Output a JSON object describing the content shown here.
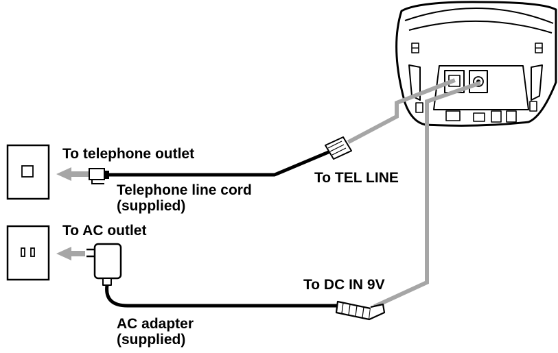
{
  "labels": {
    "to_telephone_outlet": "To telephone outlet",
    "telephone_line_cord": "Telephone line cord",
    "telephone_line_cord_note": "(supplied)",
    "to_tel_line": "To TEL LINE",
    "to_ac_outlet": "To AC outlet",
    "to_dc_in": "To DC IN 9V",
    "ac_adapter": "AC adapter",
    "ac_adapter_note": "(supplied)"
  },
  "colors": {
    "line": "#000000",
    "arrow": "#a6a6a6",
    "background": "#ffffff"
  }
}
